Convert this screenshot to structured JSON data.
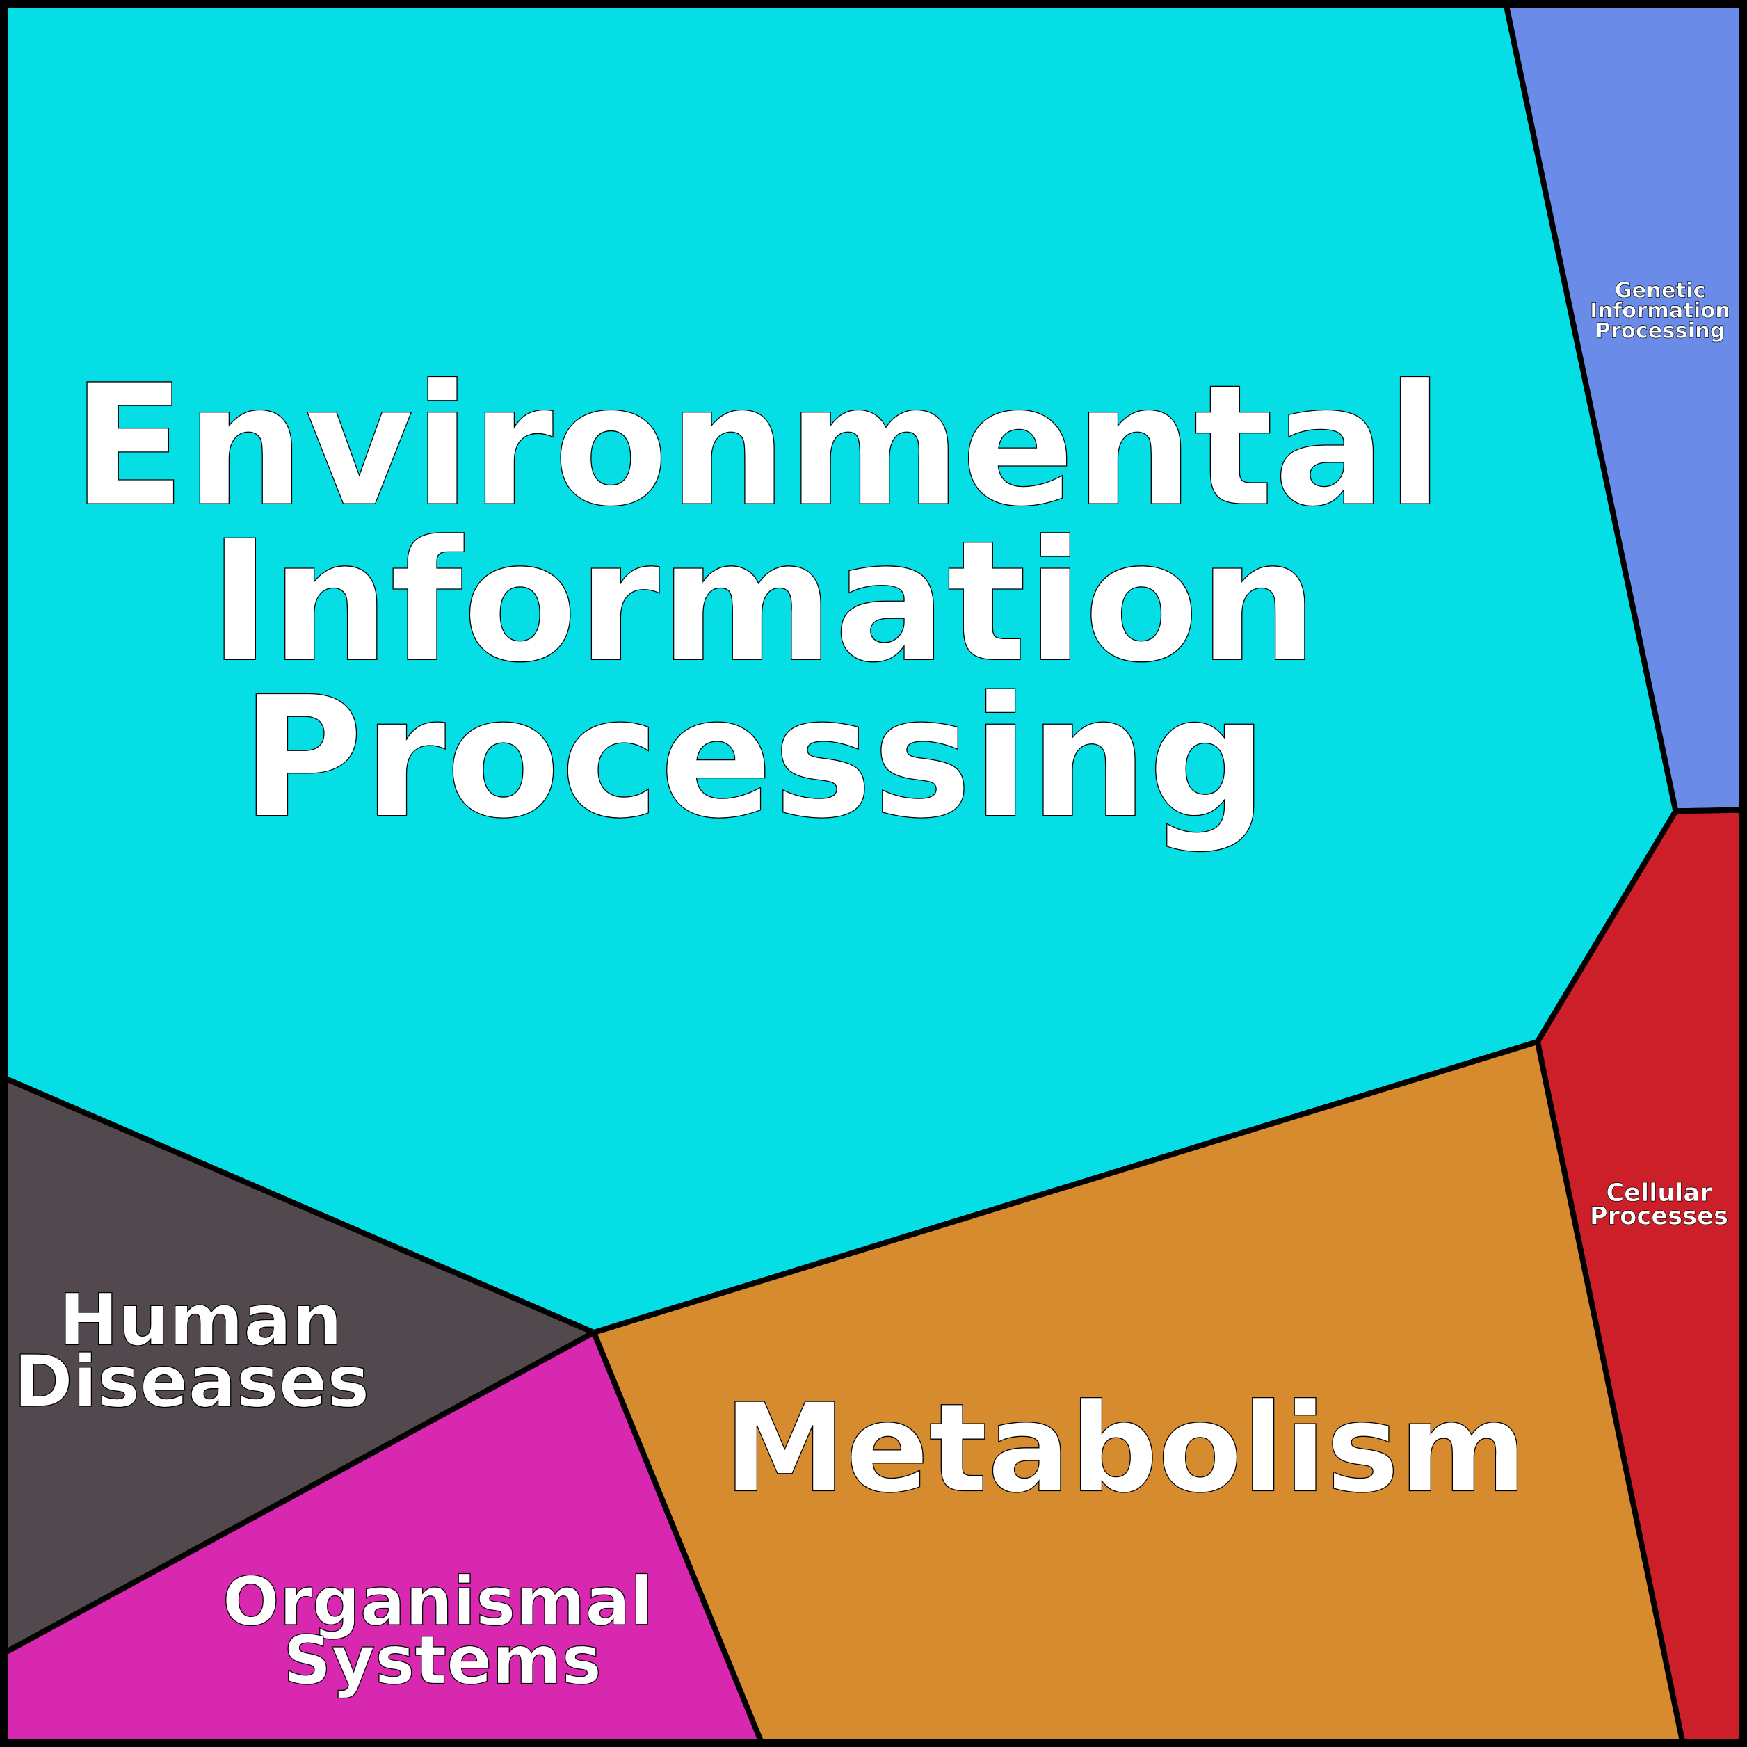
{
  "diagram": {
    "type": "voronoi-treemap",
    "regions": [
      {
        "id": "environmental",
        "label_lines": [
          "Environmental",
          "Information",
          "Processing"
        ],
        "color": "#06DEE6"
      },
      {
        "id": "genetic",
        "label_lines": [
          "Genetic",
          "Information",
          "Processing"
        ],
        "color": "#6A8CE8"
      },
      {
        "id": "cellular",
        "label_lines": [
          "Cellular",
          "Processes"
        ],
        "color": "#CC1F2A"
      },
      {
        "id": "metabolism",
        "label_lines": [
          "Metabolism"
        ],
        "color": "#D58B2E"
      },
      {
        "id": "human",
        "label_lines": [
          "Human",
          "Diseases"
        ],
        "color": "#52494F"
      },
      {
        "id": "organismal",
        "label_lines": [
          "Organismal",
          "Systems"
        ],
        "color": "#D828B0"
      }
    ]
  }
}
